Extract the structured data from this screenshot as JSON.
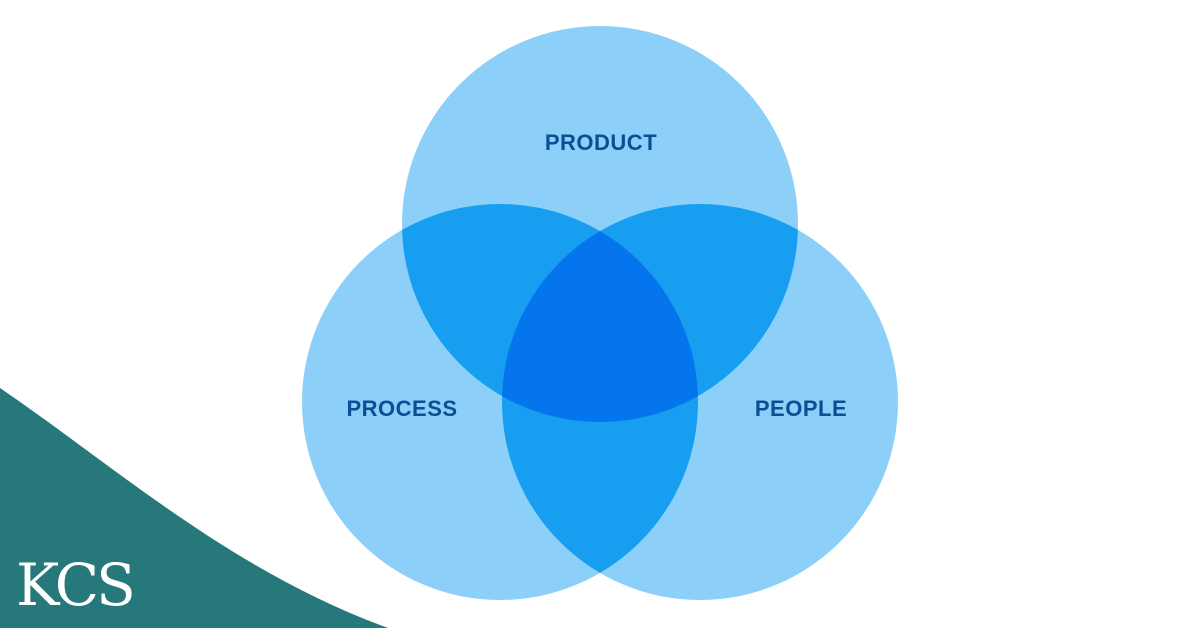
{
  "diagram": {
    "circles": {
      "top": {
        "label": "PRODUCT"
      },
      "left": {
        "label": "PROCESS"
      },
      "right": {
        "label": "PEOPLE"
      }
    },
    "colors": {
      "single": "#8ccff8",
      "pair": "#189ef0",
      "center": "#0475ec",
      "label": "#0b4e96"
    }
  },
  "brand": {
    "logo_text": "KCS",
    "accent_color": "#27787b"
  }
}
